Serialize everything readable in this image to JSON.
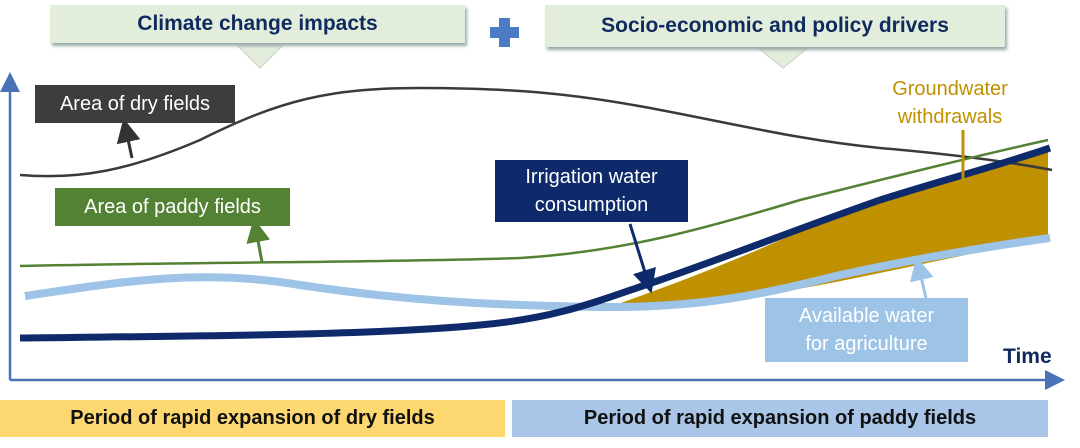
{
  "headers": {
    "climate": "Climate change impacts",
    "plus_icon": "plus-icon",
    "socio": "Socio-economic and policy drivers"
  },
  "labels": {
    "dry": "Area of dry fields",
    "paddy": "Area of paddy fields",
    "irrigation_1": "Irrigation water",
    "irrigation_2": "consumption",
    "groundwater_1": "Groundwater",
    "groundwater_2": "withdrawals",
    "available_1": "Available water",
    "available_2": "for agriculture",
    "time_axis": "Time"
  },
  "periods": {
    "dry": "Period of rapid expansion of dry fields",
    "paddy": "Period of rapid expansion of paddy fields"
  },
  "colors": {
    "dry": "#3a3a3a",
    "paddy": "#548235",
    "irrigation": "#0e2a6b",
    "available": "#9dc3e6",
    "groundwater": "#bf9000",
    "period_dry": "#fdd870",
    "period_paddy": "#a9c6e8"
  }
}
